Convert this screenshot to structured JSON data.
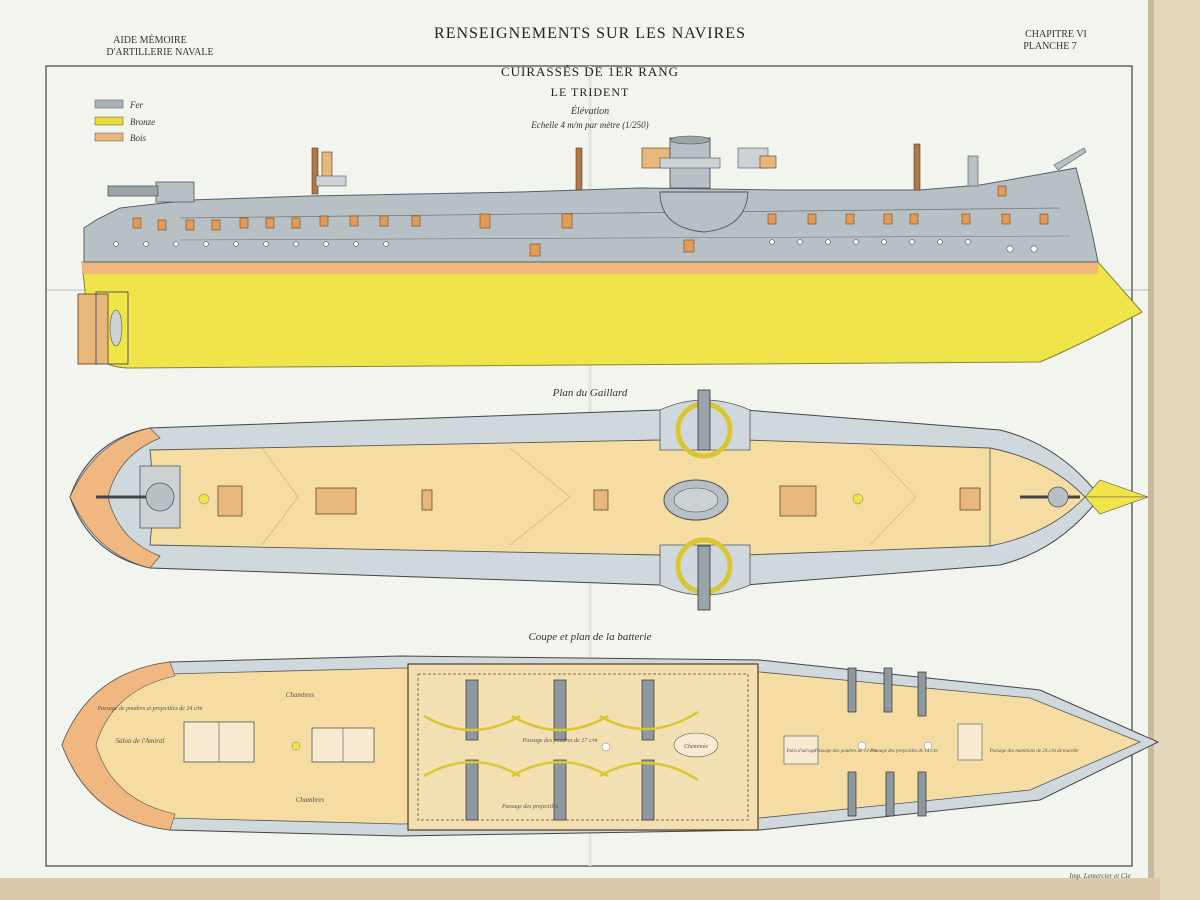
{
  "header": {
    "left_line1": "AIDE MÉMOIRE",
    "left_line2": "D'ARTILLERIE NAVALE",
    "center": "RENSEIGNEMENTS SUR LES NAVIRES",
    "right_line1": "CHAPITRE VI",
    "right_line2": "PLANCHE 7"
  },
  "plate": {
    "title": "CUIRASSÉS DE 1ER RANG",
    "ship_name": "LE TRIDENT",
    "view_elevation": "Élévation",
    "scale": "Echelle 4 m/m par mètre (1/250)"
  },
  "legend": [
    {
      "label": "Fer",
      "color": "#a9b4bb"
    },
    {
      "label": "Bronze",
      "color": "#e9dc3a"
    },
    {
      "label": "Bois",
      "color": "#e8b77c"
    }
  ],
  "sections": {
    "gaillard": "Plan du Gaillard",
    "batterie": "Coupe et plan de la batterie"
  },
  "battery_labels": {
    "chambres_top": "Chambres",
    "chambres_bottom": "Chambres",
    "salon": "Salon de l'Amiral",
    "passage_poudres_24": "Passage de poudres et projectiles de 24 c/m",
    "passage_poudres_27": "Passage des poudres de 27 c/m",
    "passage_projectiles": "Passage des projectiles",
    "cheminee": "Cheminée",
    "puits": "Puits d'aérage",
    "passage_poudres_14": "Passage des poudres de 14 c/m",
    "passage_projectiles_14": "Passage des projectiles de 14 c/m",
    "passage_munitions": "Passage des munitions de 24 c/m de tourelle"
  },
  "footer": {
    "imprint": "Imp. Lemercier et Cie"
  },
  "colors": {
    "iron": "#a9b4bb",
    "bronze": "#efe54a",
    "wood": "#f4dca2",
    "paper": "#f3f5ee"
  }
}
